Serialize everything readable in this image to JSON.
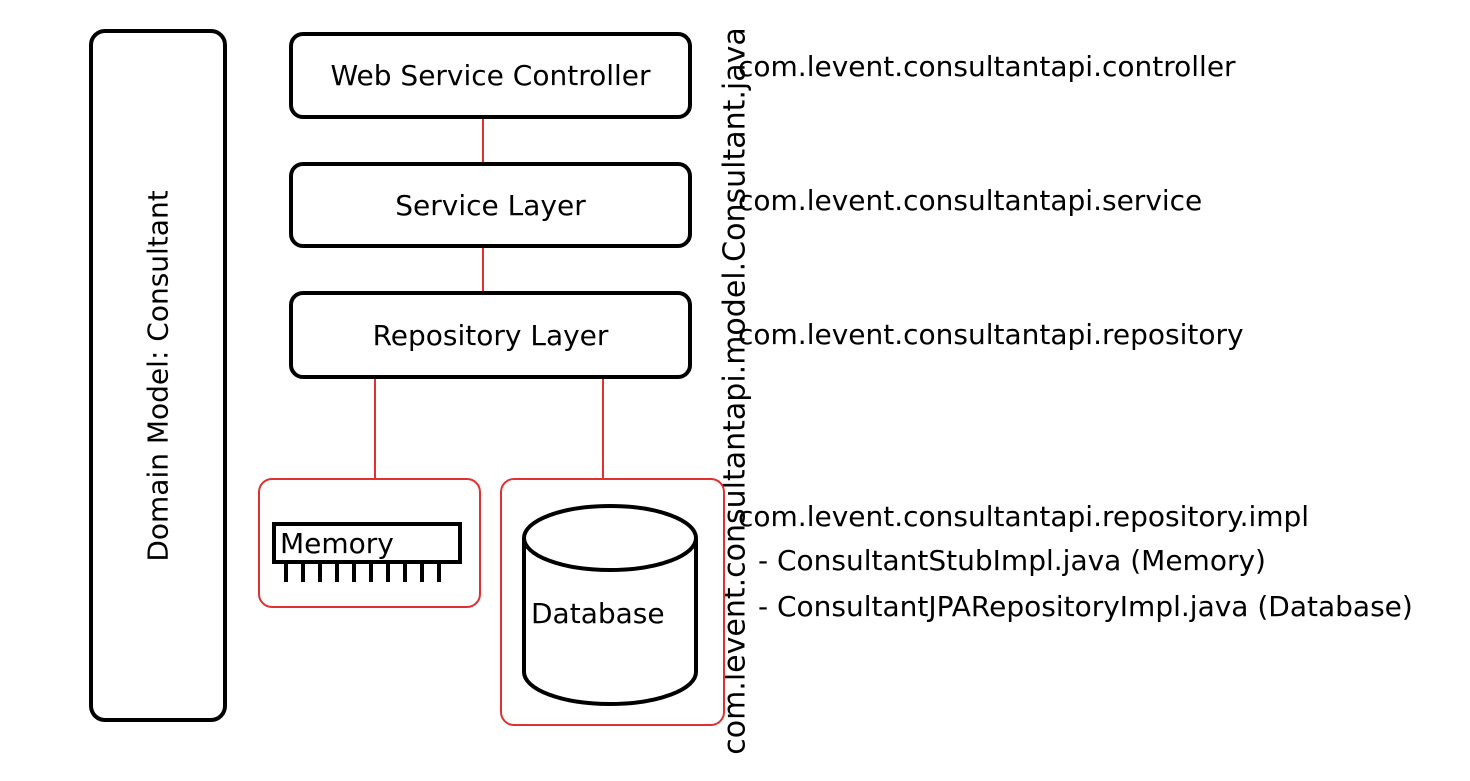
{
  "outer_label": "com.levent.consultantapi.model.Consultant.java",
  "domain_model": {
    "label": "Domain Model: Consultant"
  },
  "layers": {
    "controller": "Web Service Controller",
    "service": "Service Layer",
    "repository": "Repository Layer"
  },
  "packages": {
    "controller": "com.levent.consultantapi.controller",
    "service": "com.levent.consultantapi.service",
    "repository": "com.levent.consultantapi.repository",
    "impl": "com.levent.consultantapi.repository.impl"
  },
  "implementations": [
    "- ConsultantStubImpl.java (Memory)",
    "- ConsultantJPARepositoryImpl.java (Database)"
  ],
  "stores": {
    "memory": "Memory",
    "database": "Database"
  },
  "colors": {
    "connector": "#e03030",
    "box_border": "#000000"
  }
}
